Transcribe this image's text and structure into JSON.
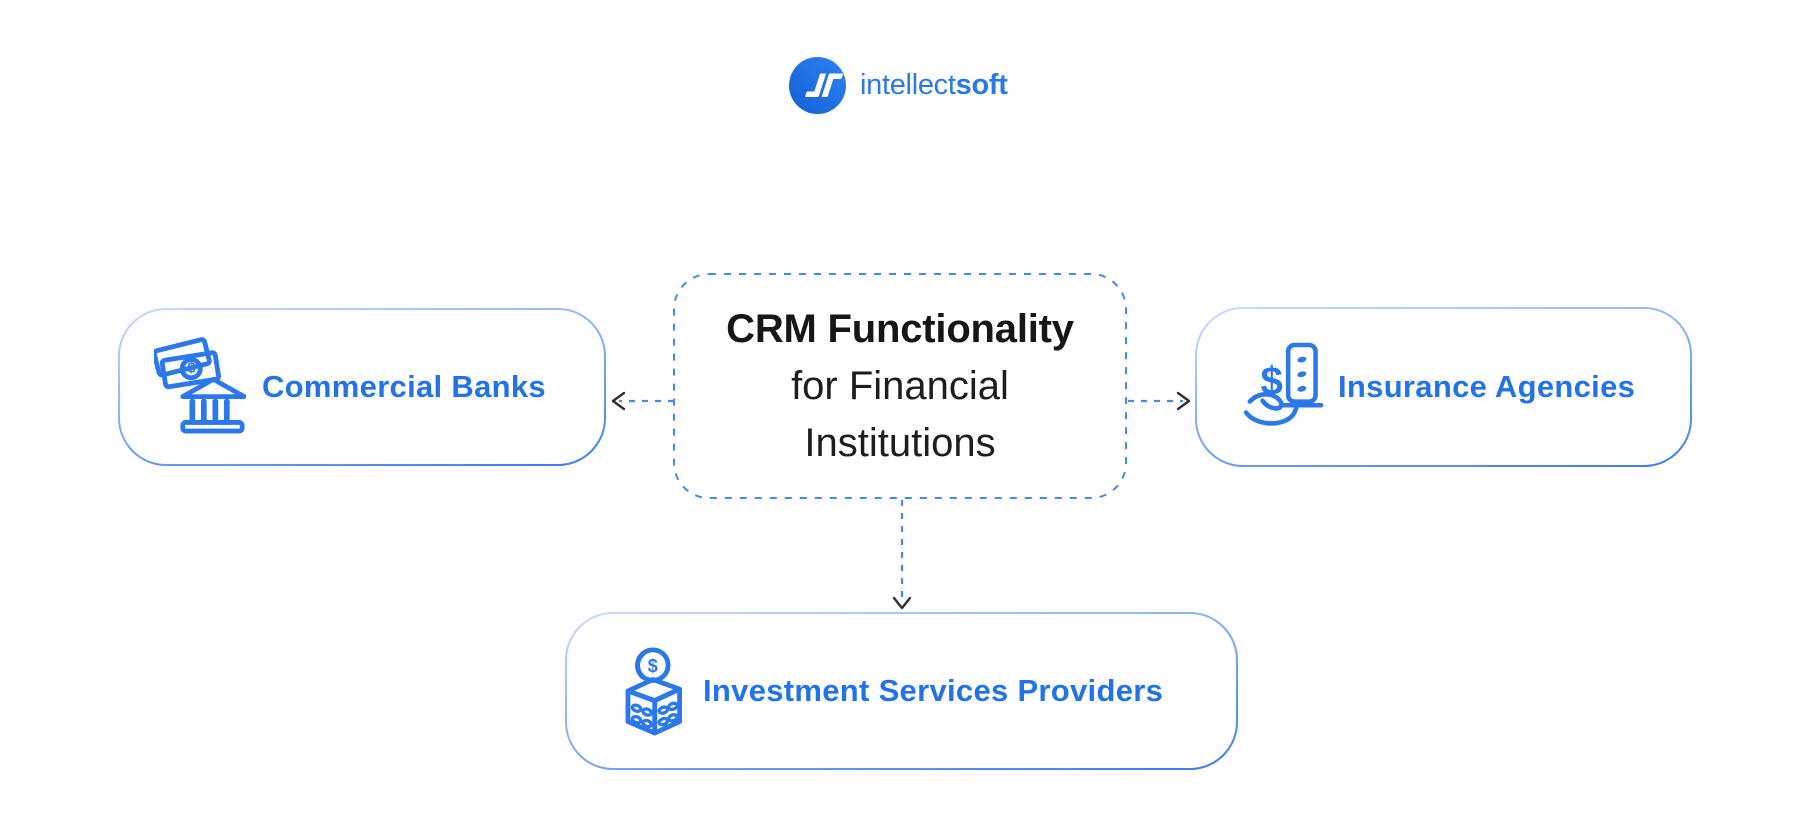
{
  "logo": {
    "name": "intellectsoft",
    "brand_regular": "intellect",
    "brand_bold": "soft"
  },
  "diagram": {
    "center": {
      "line1": "CRM Functionality",
      "line2": "for Financial",
      "line3": "Institutions"
    },
    "nodes": [
      {
        "id": "commercial-banks",
        "label": "Commercial Banks",
        "icon": "bank-with-banknotes-icon"
      },
      {
        "id": "insurance-agencies",
        "label": "Insurance Agencies",
        "icon": "hand-holding-building-icon"
      },
      {
        "id": "investment-services-providers",
        "label": "Investment Services Providers",
        "icon": "money-box-coin-icon"
      }
    ],
    "connectors": [
      {
        "from": "center",
        "to": "commercial-banks",
        "direction": "left",
        "style": "dashed-arrow"
      },
      {
        "from": "center",
        "to": "insurance-agencies",
        "direction": "right",
        "style": "dashed-arrow"
      },
      {
        "from": "center",
        "to": "investment-services-providers",
        "direction": "down",
        "style": "dashed-arrow"
      }
    ]
  },
  "icons": {
    "dollar": "$"
  },
  "colors": {
    "accent_blue": "#2273e8",
    "logo_circle_blue": "#1e70e8",
    "dashed_connector_blue": "#4687f0",
    "card_border_blue": "#3b7bee",
    "card_border_light": "#c9dcfb",
    "arrowhead_dark": "#2f2f2f",
    "title_black": "#161616",
    "background": "#ffffff"
  }
}
